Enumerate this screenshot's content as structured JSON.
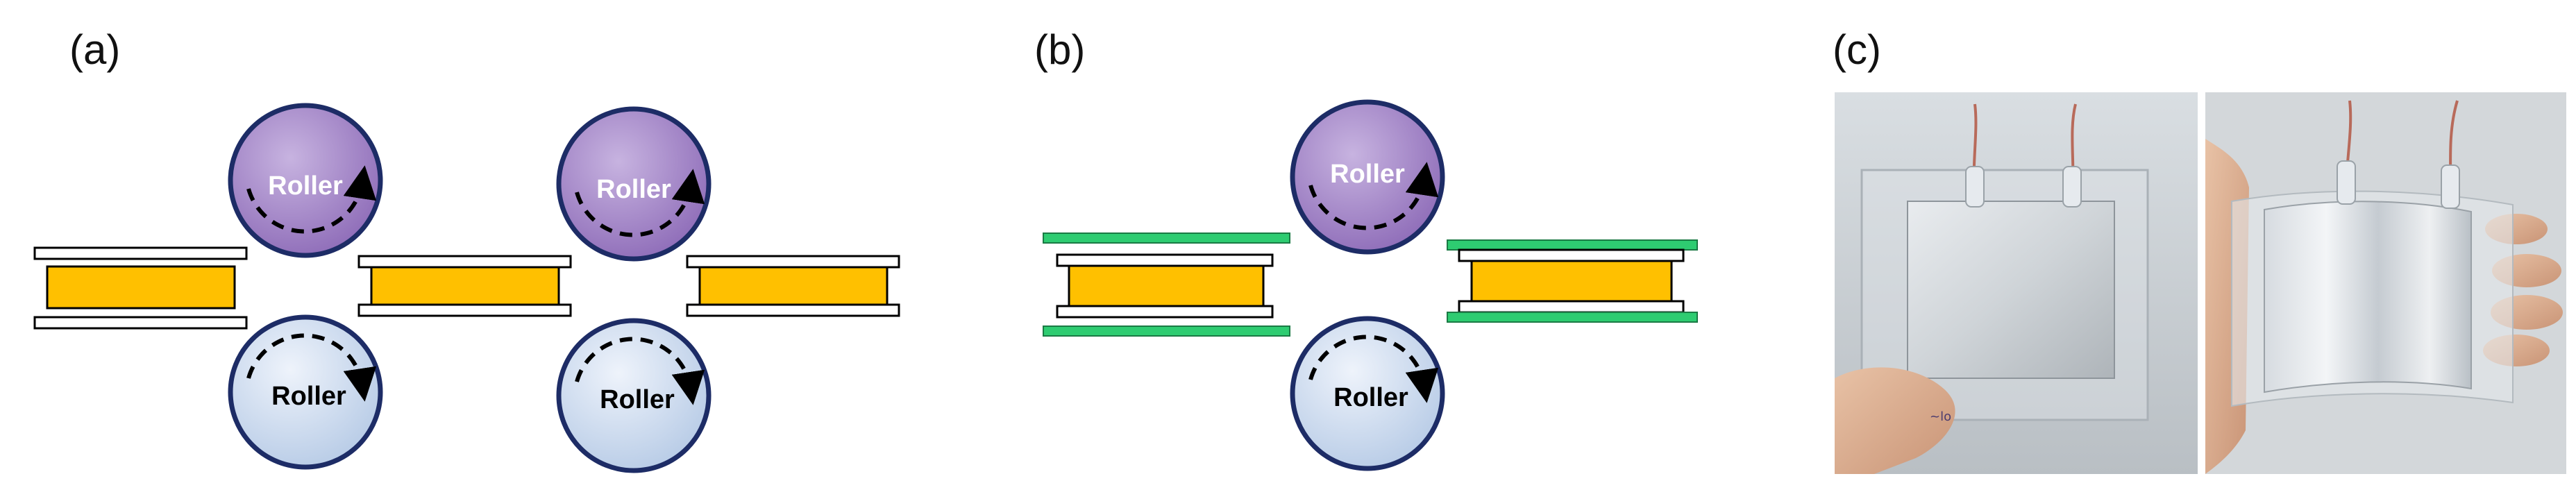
{
  "panels": {
    "a": {
      "label": "(a)"
    },
    "b": {
      "label": "(b)"
    },
    "c": {
      "label": "(c)"
    }
  },
  "rollers": {
    "top_label": "Roller",
    "bottom_label": "Roller"
  },
  "colors": {
    "top_roller_fill": "#9c7fc0",
    "bottom_roller_fill": "#c8d8ee",
    "roller_stroke": "#1d2c66",
    "core_fill": "#ffc000",
    "green_film": "#2ecc71",
    "plate_fill": "#ffffff",
    "photo_bg": "#c9ced2"
  },
  "photos": {
    "left_caption": "~lo"
  }
}
